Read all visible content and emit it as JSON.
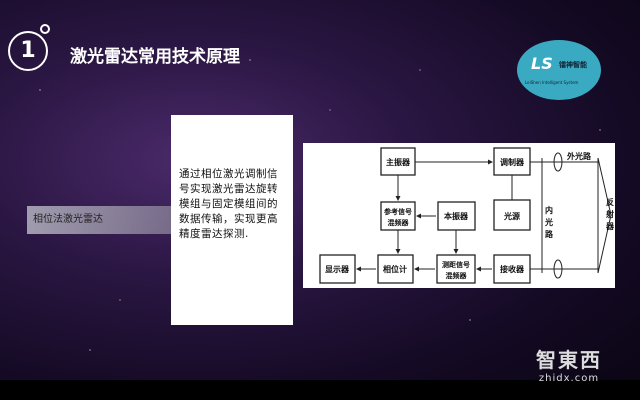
{
  "header": {
    "number": "1",
    "title": "激光雷达常用技术原理"
  },
  "logo": {
    "name_zh": "镭神智能",
    "name_en": "LeiShen Intelligent System",
    "color": "#3aaac2"
  },
  "side_label": "相位法激光雷达",
  "description": "通过相位激光调制信号实现激光雷达旋转模组与固定模组间的数据传输，实现更高精度雷达探测.",
  "diagram": {
    "blocks": {
      "main_osc": "主振器",
      "modulator": "调制器",
      "ref_mixer_1": "参考信号",
      "ref_mixer_2": "混频器",
      "local_osc": "本振器",
      "light_source": "光源",
      "display": "显示器",
      "phase_meter": "相位计",
      "range_mixer_1": "测距信号",
      "range_mixer_2": "混频器",
      "receiver": "接收器"
    },
    "outer_path": "外光路",
    "inner_path": [
      "内",
      "光",
      "路"
    ],
    "reflector": [
      "反",
      "射",
      "器"
    ]
  },
  "watermark": {
    "brand": "智東西",
    "url": "zhidx.com"
  }
}
